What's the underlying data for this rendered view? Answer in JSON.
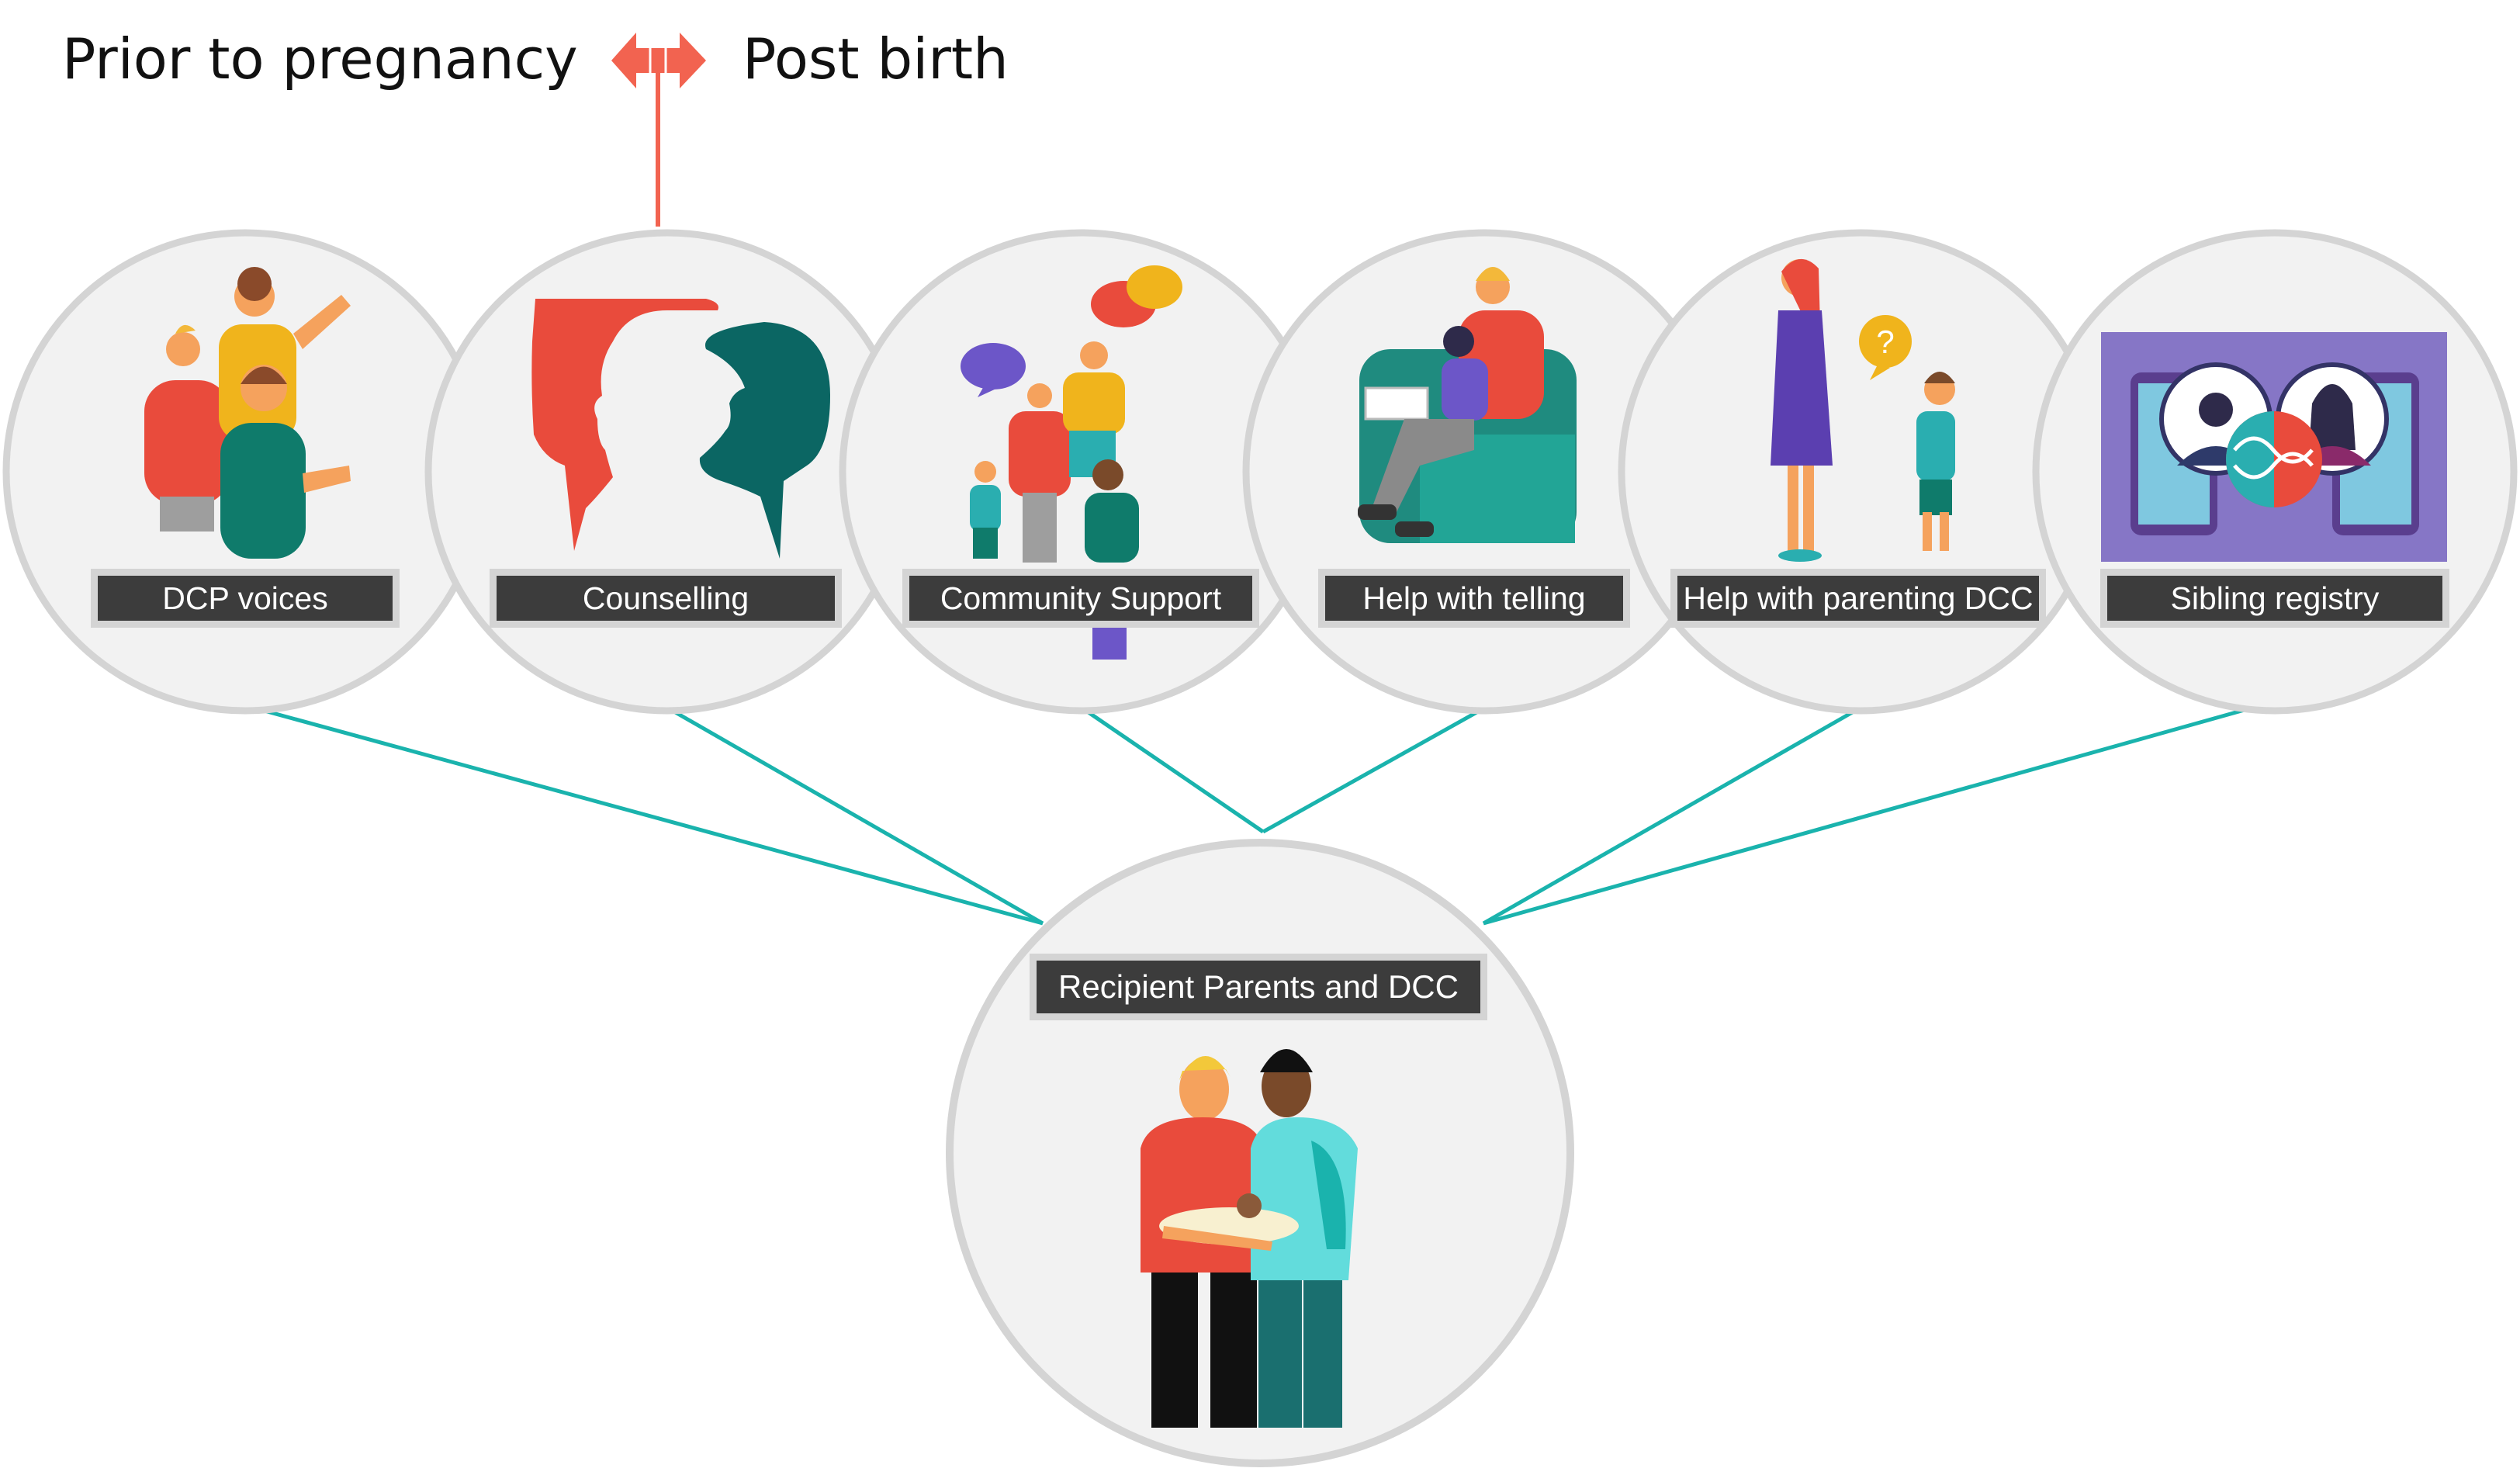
{
  "timeline": {
    "start_label": "Prior to pregnancy",
    "end_label": "Post birth",
    "marker_color": "#f26350"
  },
  "colors": {
    "connector": "#1ab3ad",
    "circle_fill": "#f2f2f2",
    "circle_stroke": "#d4d4d4",
    "label_bg": "#3c3c3c"
  },
  "nodes": [
    {
      "label": "DCP voices",
      "icon": "people-talking-icon"
    },
    {
      "label": "Counselling",
      "icon": "two-head-silhouettes-icon"
    },
    {
      "label": "Community Support",
      "icon": "community-group-icon"
    },
    {
      "label": "Help with telling",
      "icon": "parent-reading-to-child-icon"
    },
    {
      "label": "Help with parenting DCC",
      "icon": "parent-child-question-icon"
    },
    {
      "label": "Sibling registry",
      "icon": "dna-profiles-icon"
    }
  ],
  "center": {
    "label": "Recipient Parents and DCC",
    "icon": "couple-holding-baby-icon"
  }
}
